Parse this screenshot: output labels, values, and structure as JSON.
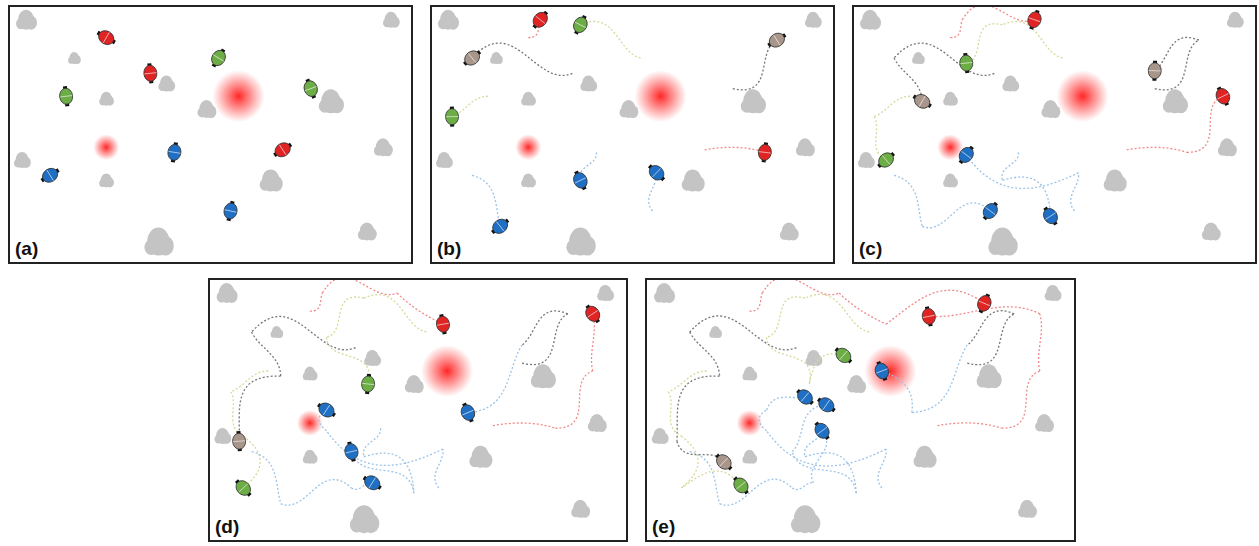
{
  "diagram": {
    "nodes": [
      {
        "text": [
          "(a)"
        ]
      },
      {
        "text": [
          "(b)"
        ]
      },
      {
        "text": [
          "(c)"
        ]
      },
      {
        "text": [
          "(d)"
        ]
      },
      {
        "text": [
          "(e)"
        ]
      }
    ]
  }
}
